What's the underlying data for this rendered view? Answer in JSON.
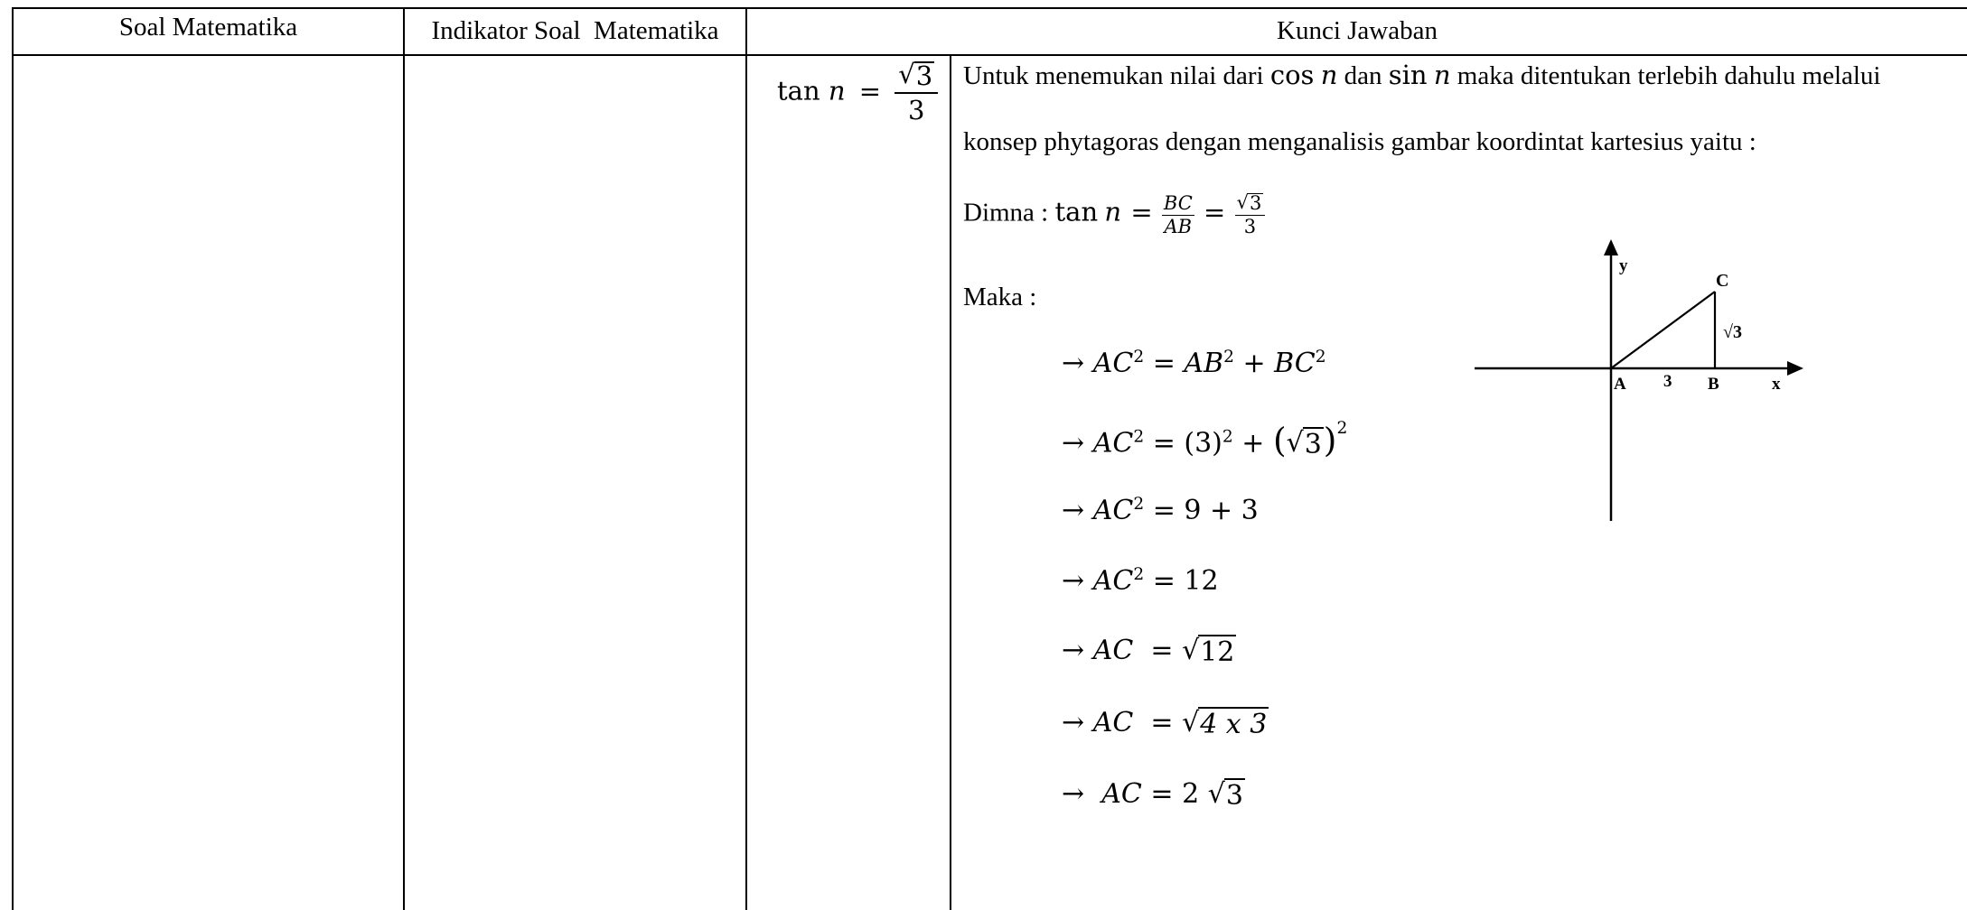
{
  "headers": {
    "col1": "Soal Matematika",
    "col2": "Indikator Soal  Matematika",
    "col3": "Kunci Jawaban"
  },
  "given": {
    "fn": "tan",
    "var": "n",
    "eq": "=",
    "num": "3",
    "den": "3"
  },
  "intro": {
    "line1_a": "Untuk menemukan nilai dari",
    "line1_cos": "cos",
    "line1_n1": "n",
    "line1_b": "dan",
    "line1_sin": "sin",
    "line1_n2": "n",
    "line1_c": "maka ditentukan terlebih dahulu melalui",
    "line2": "konsep phytagoras dengan menganalisis gambar koordintat kartesius yaitu :"
  },
  "dimna": {
    "label": "Dimna :",
    "fn": "tan",
    "var": "n",
    "num1": "BC",
    "den1": "AB",
    "num2": "3",
    "den2": "3"
  },
  "maka_label": "Maka :",
  "steps": {
    "s1": {
      "arrow": "→",
      "lhs": "AC",
      "rhs_a": "AB",
      "rhs_b": "BC"
    },
    "s2": {
      "arrow": "→",
      "lhs": "AC",
      "a": "(3)",
      "b": "3"
    },
    "s3": {
      "arrow": "→",
      "lhs": "AC",
      "rhs": "9 + 3"
    },
    "s4": {
      "arrow": "→",
      "lhs": "AC",
      "rhs": "12"
    },
    "s5": {
      "arrow": "→",
      "lhs": "AC",
      "rhs": "12"
    },
    "s6": {
      "arrow": "→",
      "lhs": "AC",
      "rhs": "4 x 3"
    },
    "s7": {
      "arrow": "→",
      "lhs": "AC",
      "coef": "2",
      "rhs": "3"
    }
  },
  "diagram": {
    "y_label": "y",
    "x_label": "x",
    "a_label": "A",
    "b_label": "B",
    "c_label": "C",
    "ab_length": "3",
    "bc_length": "√3"
  }
}
